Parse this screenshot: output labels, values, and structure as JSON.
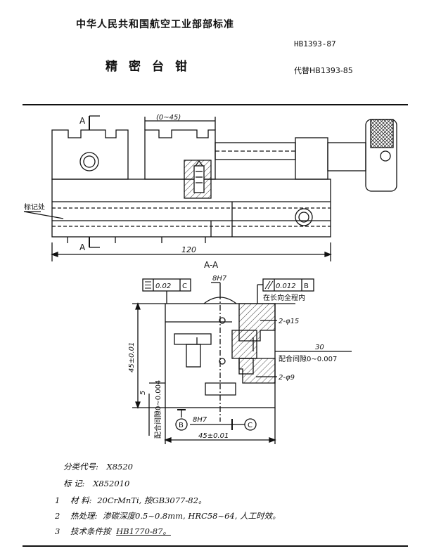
{
  "header": {
    "organization": "中华人民共和国航空工业部部标准",
    "standard_number": "HB1393-87",
    "title": "精密台钳",
    "replaces": "代替HB1393-85"
  },
  "drawing": {
    "top_view": {
      "section_mark_top": "A",
      "section_mark_bottom": "A",
      "range_dimension": "(0~45)",
      "label_marking": "标记处",
      "overall_length": "120",
      "section_title": "A-A"
    },
    "section_view": {
      "symmetry_tolerance_value": "0.02",
      "symmetry_datum": "C",
      "parallel_tolerance_value": "0.012",
      "parallel_datum": "B",
      "parallel_note": "在长向全程内",
      "fit_8h7_top": "8H7",
      "hole_2_phi15": "2-φ15",
      "dim_30": "30",
      "clearance_right": "配合间隙0~0.007",
      "hole_2_phi9": "2-φ9",
      "height_45": "45±0.01",
      "dim_5": "5",
      "clearance_left": "配合间隙0~0.004",
      "datum_b": "B",
      "fit_8h7_bottom": "8H7",
      "datum_c": "C",
      "width_45": "45±0.01"
    }
  },
  "notes": {
    "class_code_label": "分类代号:",
    "class_code_value": "X8520",
    "marking_label": "标    记:",
    "marking_value": "X852010",
    "items": [
      {
        "num": "1",
        "label": "材  料:",
        "text": "20CrMnTi, 按GB3077-82。"
      },
      {
        "num": "2",
        "label": "热处理:",
        "text": "渗碳深度0.5~0.8mm, HRC58~64, 人工时效。"
      },
      {
        "num": "3",
        "label": "技术条件按",
        "text": "HB1770-87。"
      }
    ]
  }
}
